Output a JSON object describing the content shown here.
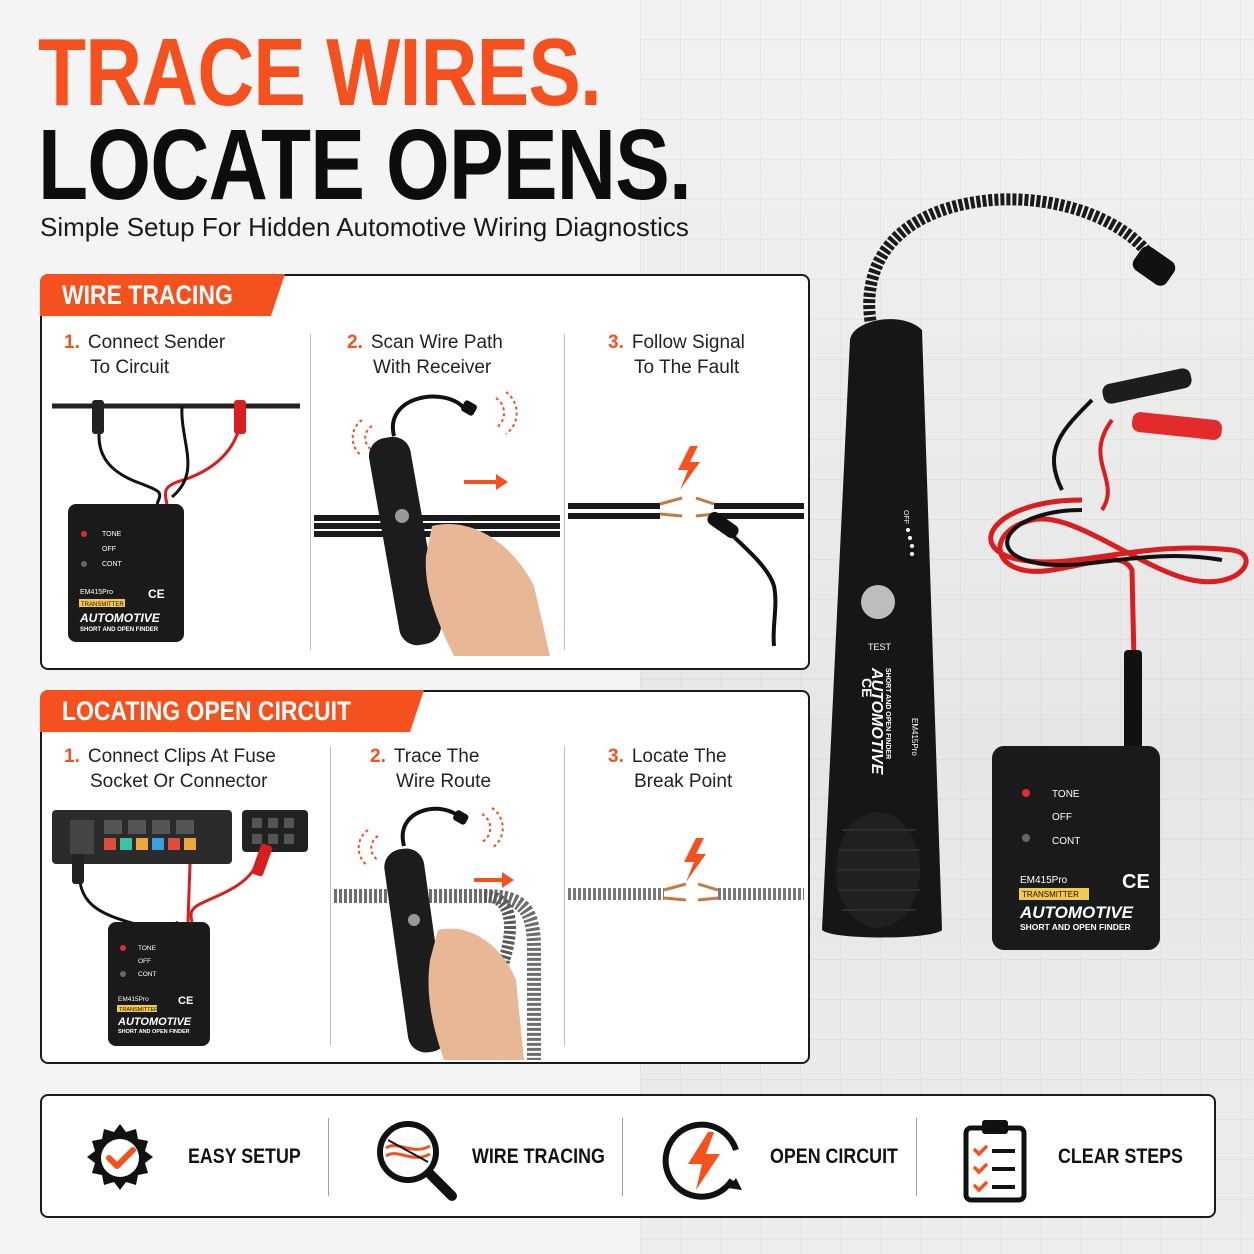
{
  "headline": {
    "line1": "TRACE WIRES.",
    "line2": "LOCATE OPENS.",
    "subtitle": "Simple Setup For Hidden Automotive Wiring Diagnostics"
  },
  "colors": {
    "accent": "#f4511e",
    "dark": "#111111",
    "red_clip": "#e32b2b"
  },
  "wire_tracing": {
    "title": "WIRE TRACING",
    "steps": [
      {
        "num": "1.",
        "line1": "Connect Sender",
        "line2": "To Circuit"
      },
      {
        "num": "2.",
        "line1": "Scan Wire Path",
        "line2": "With Receiver"
      },
      {
        "num": "3.",
        "line1": "Follow Signal",
        "line2": "To The Fault"
      }
    ]
  },
  "open_circuit": {
    "title": "LOCATING OPEN CIRCUIT",
    "steps": [
      {
        "num": "1.",
        "line1": "Connect Clips At Fuse",
        "line2": "Socket Or Connector"
      },
      {
        "num": "2.",
        "line1": "Trace The",
        "line2": "Wire Route"
      },
      {
        "num": "3.",
        "line1": "Locate The",
        "line2": "Break Point"
      }
    ]
  },
  "device": {
    "tone": "TONE",
    "off": "OFF",
    "cont": "CONT",
    "model_tx": "EM415Pro",
    "model_rx": "EM415Pro",
    "badge": "TRANSMITTER",
    "brand": "AUTOMOTIVE",
    "tagline": "SHORT AND OPEN FINDER",
    "ce": "CE",
    "test": "TEST",
    "switch_off": "OFF"
  },
  "features": [
    {
      "label": "EASY SETUP",
      "icon": "gear-check-icon"
    },
    {
      "label": "WIRE TRACING",
      "icon": "magnifier-wire-icon"
    },
    {
      "label": "OPEN CIRCUIT",
      "icon": "lightning-circle-icon"
    },
    {
      "label": "CLEAR STEPS",
      "icon": "clipboard-checklist-icon"
    }
  ]
}
